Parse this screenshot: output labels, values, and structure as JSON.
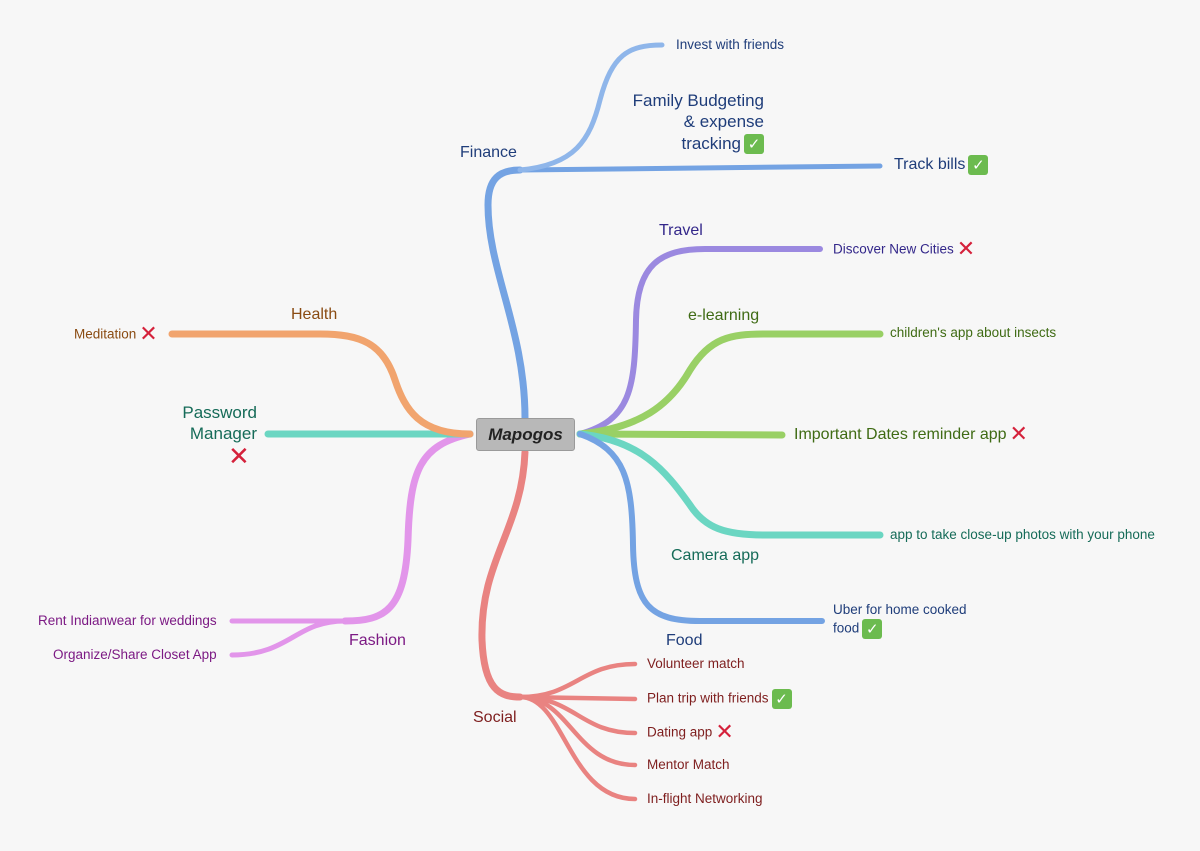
{
  "central": "Mapogos",
  "icons": {
    "done": "check-icon",
    "rejected": "cross-icon"
  },
  "colors": {
    "finance": "#74a3e3",
    "travel": "#9b89e0",
    "elearning": "#99d065",
    "camera": "#6bd6c2",
    "food": "#74a3e3",
    "social": "#e98381",
    "fashion": "#e295ea",
    "password": "#6bd6c2",
    "health": "#f1a46e",
    "check_bg": "#6cbb4f",
    "cross": "#d5213b"
  },
  "branches": {
    "finance": {
      "label": "Finance",
      "children": [
        "Invest with friends",
        "Family Budgeting & expense tracking",
        "Track bills"
      ]
    },
    "travel": {
      "label": "Travel",
      "children": [
        "Discover New Cities"
      ]
    },
    "elearning": {
      "label": "e-learning",
      "children": [
        "children's app about insects",
        "Important Dates reminder app"
      ]
    },
    "camera": {
      "label": "Camera app",
      "children": [
        "app to take close-up photos with your phone"
      ]
    },
    "food": {
      "label": "Food",
      "children": [
        "Uber for home cooked food"
      ]
    },
    "social": {
      "label": "Social",
      "children": [
        "Volunteer match",
        "Plan trip with friends",
        "Dating app",
        "Mentor Match",
        "In-flight Networking"
      ]
    },
    "fashion": {
      "label": "Fashion",
      "children": [
        "Rent Indianwear for weddings",
        "Organize/Share Closet App"
      ]
    },
    "password": {
      "label": "Password Manager",
      "children": []
    },
    "health": {
      "label": "Health",
      "children": [
        "Meditation"
      ]
    }
  },
  "text": {
    "family_1": "Family Budgeting",
    "family_2": "& expense",
    "family_3": "tracking",
    "password_1": "Password",
    "password_2": "Manager",
    "food_child_1": "Uber for home cooked",
    "food_child_2": "food",
    "check": "✓",
    "cross": "✕"
  }
}
